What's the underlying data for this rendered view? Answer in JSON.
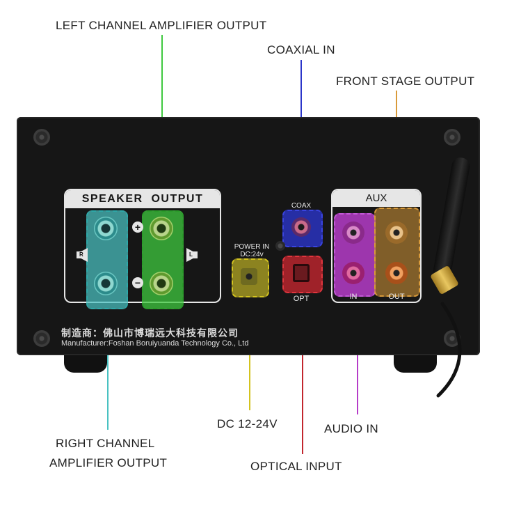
{
  "callouts": {
    "left_channel": "LEFT CHANNEL AMPLIFIER OUTPUT",
    "coaxial_in": "COAXIAL IN",
    "front_stage": "FRONT STAGE OUTPUT",
    "right_channel_line1": "RIGHT CHANNEL",
    "right_channel_line2": "AMPLIFIER OUTPUT",
    "dc": "DC 12-24V",
    "audio_in": "AUDIO IN",
    "optical": "OPTICAL INPUT"
  },
  "panel": {
    "speaker_title": "SPEAKER  OUTPUT",
    "plus": "+",
    "minus": "−",
    "r": "R",
    "l": "L",
    "coax": "COAX",
    "power_line1": "POWER IN",
    "power_line2": "DC:24v",
    "opt": "OPT",
    "aux": "AUX",
    "in": "IN",
    "out": "OUT",
    "mfg_cn": "制造商：佛山市博瑞远大科技有限公司",
    "mfg_en": "Manufacturer:Foshan Boruiyuanda Technology Co., Ltd"
  },
  "colors": {
    "green": "#3fc93f",
    "blue": "#2b35c9",
    "orange": "#d99a3a",
    "cyan": "#49c2c2",
    "yellow": "#d3c31f",
    "red": "#c2262e",
    "purple": "#b53cc8"
  }
}
